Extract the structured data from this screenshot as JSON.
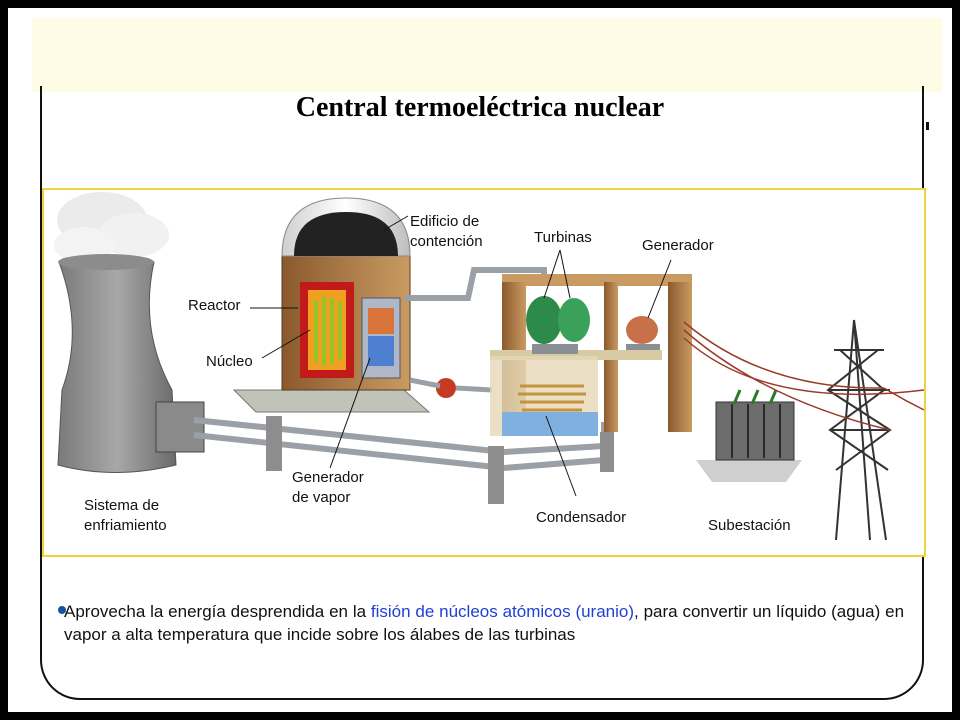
{
  "title": "Central termoeléctrica nuclear",
  "labels": {
    "edificio": [
      "Edificio de",
      "contención"
    ],
    "turbinas": "Turbinas",
    "generador": "Generador",
    "reactor": "Reactor",
    "nucleo": "Núcleo",
    "generador_vapor": [
      "Generador",
      "de vapor"
    ],
    "sistema": [
      "Sistema de",
      "enfriamiento"
    ],
    "condensador": "Condensador",
    "subestacion": "Subestación"
  },
  "bullet": {
    "part1": "Aprovecha la energía desprendida en la ",
    "highlight": "fisión de núcleos atómicos (uranio)",
    "part2": ", para convertir un líquido (agua) en vapor a alta temperatura que incide sobre los álabes de las turbinas"
  },
  "colors": {
    "highlight": "#1f3fd4",
    "diagram_border": "#f2d13a",
    "banner": "#fffce6"
  }
}
